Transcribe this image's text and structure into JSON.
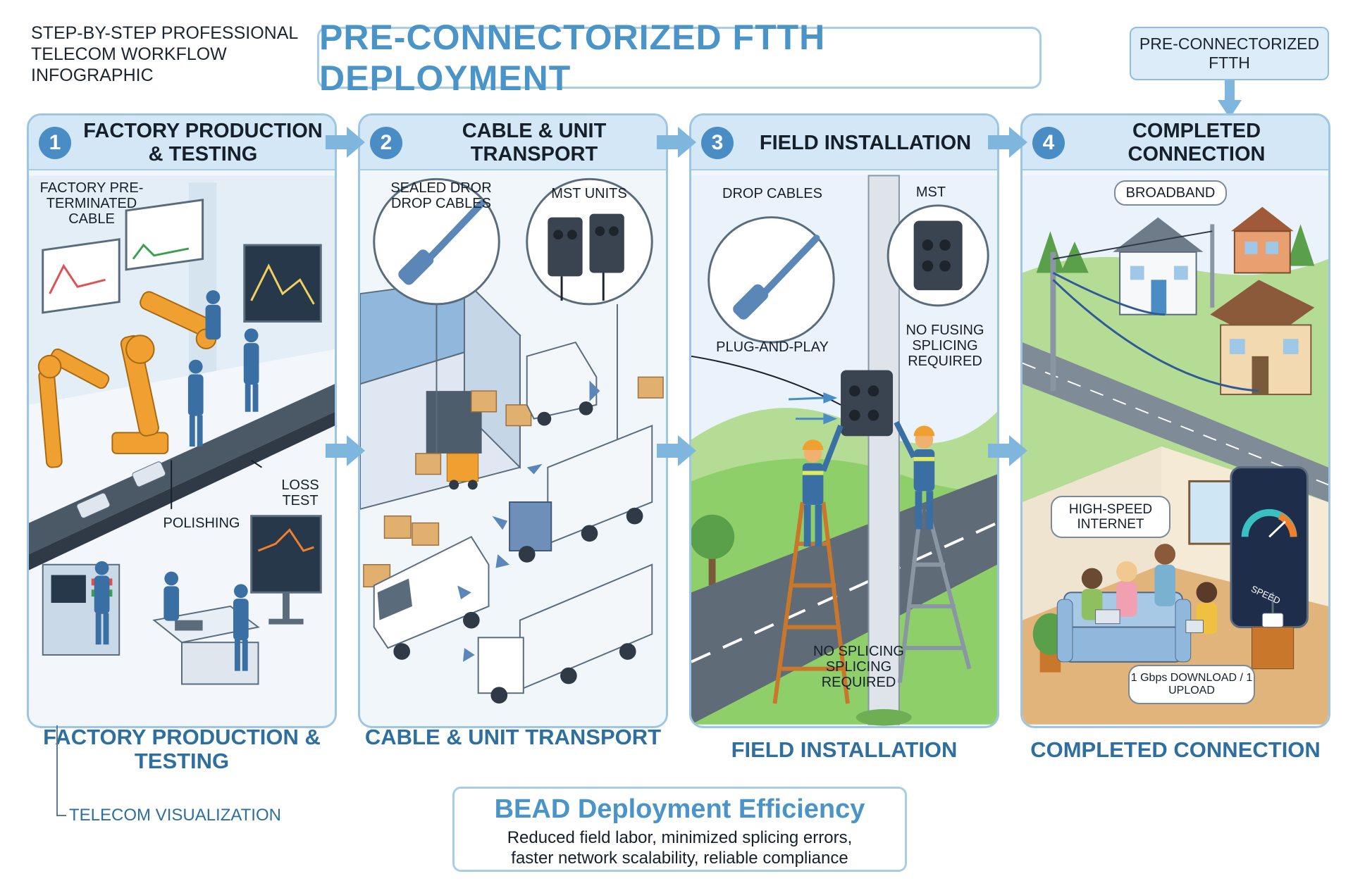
{
  "intro": "STEP-BY-STEP PROFESSIONAL TELECOM WORKFLOW INFOGRAPHIC",
  "title": "PRE-CONNECTORIZED FTTH DEPLOYMENT",
  "top_tag": "PRE-CONNECTORIZED FTTH",
  "colors": {
    "accent": "#4a94c7",
    "panel_border": "#9cc6e4",
    "panel_bg": "#eff6fc",
    "caption": "#2e6f9e",
    "worker": "#3a6fa3",
    "robot": "#f0a030",
    "grass": "#8fcf6a"
  },
  "steps": [
    {
      "num": "1",
      "title": "FACTORY PRODUCTION & TESTING",
      "caption": "FACTORY PRODUCTION & TESTING",
      "labels": {
        "cable": "FACTORY PRE-TERMINATED CABLE",
        "polishing": "POLISHING",
        "loss": "LOSS TEST"
      }
    },
    {
      "num": "2",
      "title": "CABLE & UNIT TRANSPORT",
      "caption": "CABLE & UNIT TRANSPORT",
      "labels": {
        "drop": "SEALED DROR DROP CABLES",
        "mst": "MST UNITS"
      }
    },
    {
      "num": "3",
      "title": "FIELD INSTALLATION",
      "caption": "FIELD INSTALLATION",
      "labels": {
        "drop": "DROP CABLES",
        "mst": "MST",
        "plug": "PLUG-AND-PLAY",
        "fusing": "NO FUSING SPLICING REQUIRED",
        "splicing": "NO SPLICING SPLICING REQUIRED"
      }
    },
    {
      "num": "4",
      "title": "COMPLETED CONNECTION",
      "caption": "COMPLETED CONNECTION",
      "labels": {
        "broadband": "BROADBAND",
        "internet": "HIGH-SPEED INTERNET",
        "speed": "1 Gbps DOWNLOAD / 1 UPLOAD",
        "gauge": "SPEED"
      }
    }
  ],
  "footer_label": "TELECOM VISUALIZATION",
  "bead": {
    "title": "BEAD Deployment Efficiency",
    "line1": "Reduced field labor, minimized splicing errors,",
    "line2": "faster network scalability, reliable compliance"
  }
}
